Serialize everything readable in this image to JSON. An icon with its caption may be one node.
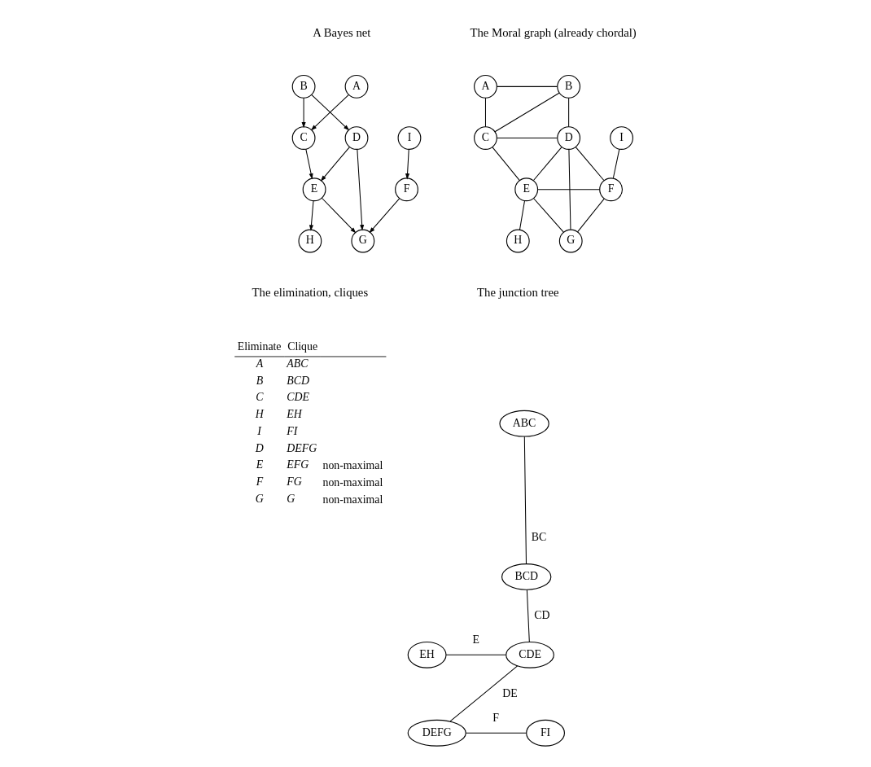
{
  "diagram": {
    "nodes": [
      {
        "text": [
          "A"
        ]
      },
      {
        "text": [
          "B"
        ]
      },
      {
        "text": [
          "C"
        ]
      },
      {
        "text": [
          "D"
        ]
      },
      {
        "text": [
          "I"
        ]
      },
      {
        "text": [
          "E"
        ]
      },
      {
        "text": [
          "F"
        ]
      },
      {
        "text": [
          "H"
        ]
      },
      {
        "text": [
          "G"
        ]
      },
      {
        "text": [
          "A"
        ]
      },
      {
        "text": [
          "B"
        ]
      },
      {
        "text": [
          "C"
        ]
      },
      {
        "text": [
          "D"
        ]
      },
      {
        "text": [
          "I"
        ]
      },
      {
        "text": [
          "E"
        ]
      },
      {
        "text": [
          "F"
        ]
      },
      {
        "text": [
          "H"
        ]
      },
      {
        "text": [
          "G"
        ]
      },
      {
        "text": [
          "ABC"
        ]
      },
      {
        "text": [
          "BCD"
        ]
      },
      {
        "text": [
          "EH"
        ]
      },
      {
        "text": [
          "CDE"
        ]
      },
      {
        "text": [
          "DEFG"
        ]
      },
      {
        "text": [
          "FI"
        ]
      }
    ],
    "edges": [
      {
        "from": 0,
        "to": 2,
        "arrow": "to"
      },
      {
        "from": 1,
        "to": 2,
        "arrow": "to"
      },
      {
        "from": 1,
        "to": 3,
        "arrow": "to"
      },
      {
        "from": 2,
        "to": 5,
        "arrow": "to"
      },
      {
        "from": 3,
        "to": 5,
        "arrow": "to"
      },
      {
        "from": 3,
        "to": 8,
        "arrow": "to"
      },
      {
        "from": 4,
        "to": 6,
        "arrow": "to"
      },
      {
        "from": 5,
        "to": 7,
        "arrow": "to"
      },
      {
        "from": 5,
        "to": 8,
        "arrow": "to"
      },
      {
        "from": 6,
        "to": 8,
        "arrow": "to"
      },
      {
        "from": 9,
        "to": 10,
        "arrow": "none"
      },
      {
        "from": 9,
        "to": 11,
        "arrow": "none"
      },
      {
        "from": 10,
        "to": 11,
        "arrow": "none"
      },
      {
        "from": 10,
        "to": 12,
        "arrow": "none"
      },
      {
        "from": 11,
        "to": 12,
        "arrow": "none"
      },
      {
        "from": 11,
        "to": 14,
        "arrow": "none"
      },
      {
        "from": 12,
        "to": 14,
        "arrow": "none"
      },
      {
        "from": 12,
        "to": 17,
        "arrow": "none"
      },
      {
        "from": 12,
        "to": 15,
        "arrow": "none"
      },
      {
        "from": 13,
        "to": 15,
        "arrow": "none"
      },
      {
        "from": 14,
        "to": 15,
        "arrow": "none"
      },
      {
        "from": 14,
        "to": 16,
        "arrow": "none"
      },
      {
        "from": 14,
        "to": 17,
        "arrow": "none"
      },
      {
        "from": 15,
        "to": 17,
        "arrow": "none"
      },
      {
        "from": 18,
        "to": 19,
        "arrow": "none",
        "label": "BC"
      },
      {
        "from": 19,
        "to": 21,
        "arrow": "none",
        "label": "CD"
      },
      {
        "from": 20,
        "to": 21,
        "arrow": "none",
        "label": "E"
      },
      {
        "from": 21,
        "to": 22,
        "arrow": "none",
        "label": "DE"
      },
      {
        "from": 22,
        "to": 23,
        "arrow": "none",
        "label": "F"
      }
    ],
    "labels": [
      "A Bayes net",
      "The Moral graph (already chordal)",
      "The elimination, cliques",
      "The junction tree",
      "Eliminate",
      "Clique",
      "A",
      "ABC",
      "B",
      "BCD",
      "C",
      "CDE",
      "H",
      "EH",
      "I",
      "FI",
      "D",
      "DEFG",
      "E",
      "EFG",
      "non-maximal",
      "F",
      "FG",
      "non-maximal",
      "G",
      "G",
      "non-maximal"
    ]
  }
}
